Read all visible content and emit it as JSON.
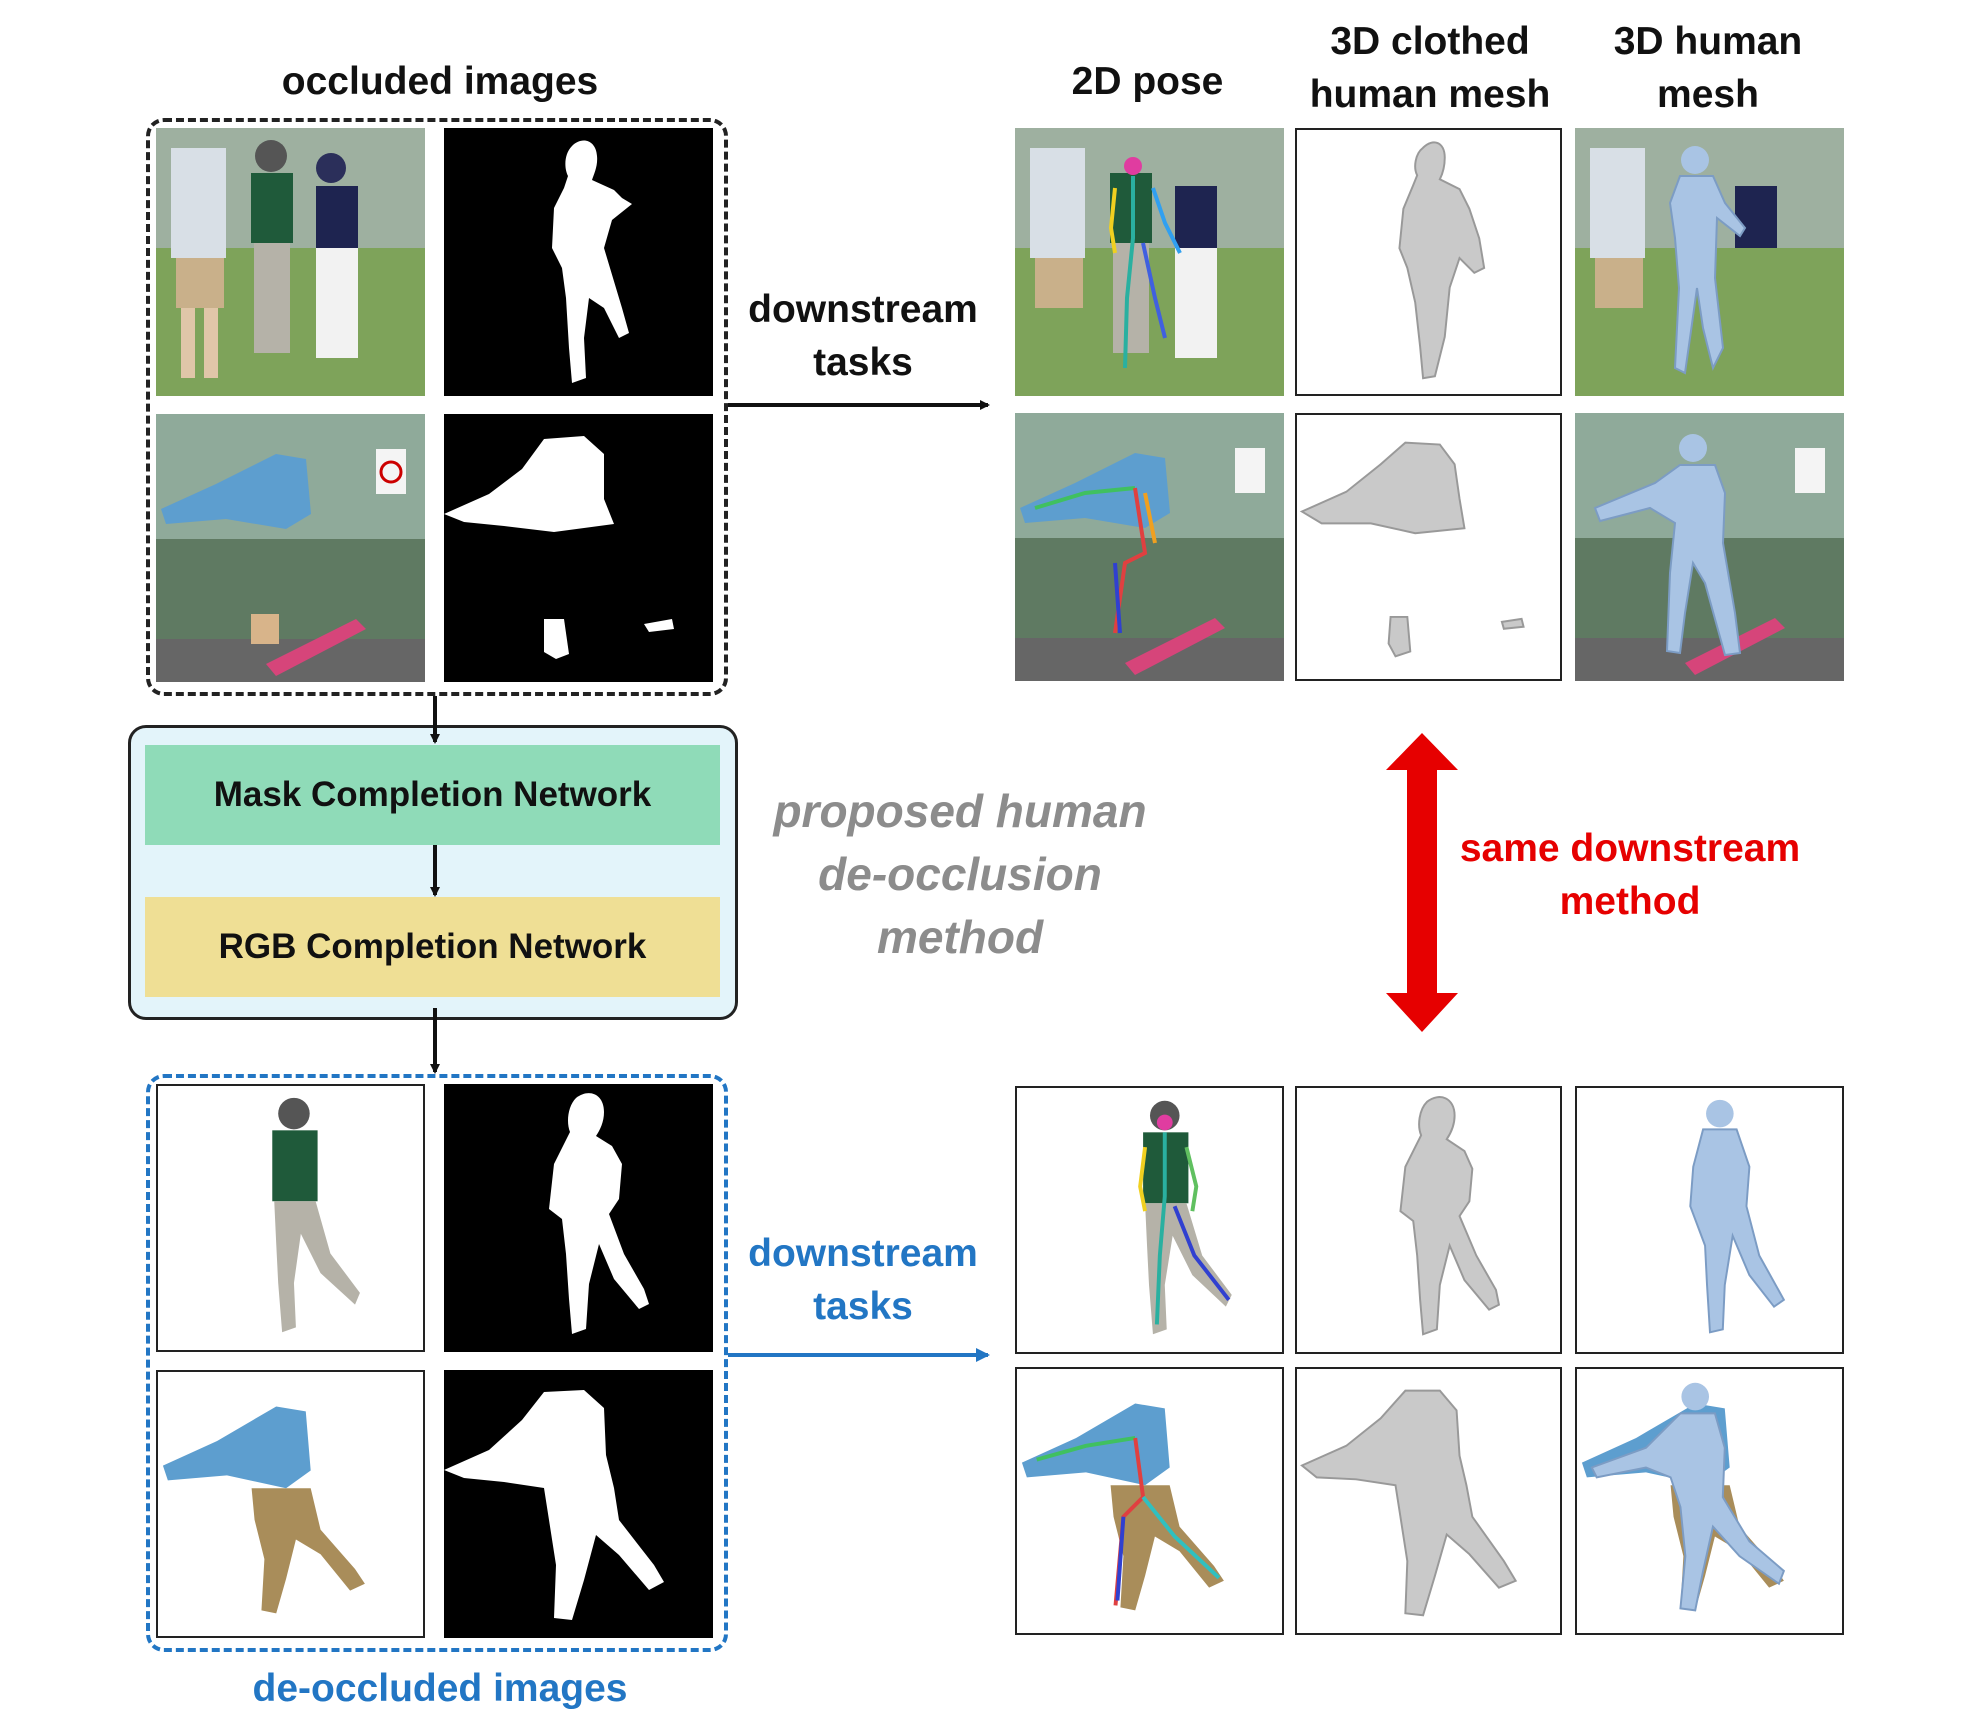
{
  "headers": {
    "occluded": "occluded images",
    "pose2d": "2D pose",
    "clothed_mesh": "3D clothed\nhuman mesh",
    "human_mesh": "3D human\nmesh",
    "deoccluded": "de-occluded images"
  },
  "networks": {
    "mask": "Mask Completion Network",
    "rgb": "RGB Completion Network"
  },
  "method_label": "proposed human\nde-occlusion\nmethod",
  "downstream_top": "downstream\ntasks",
  "downstream_bottom": "downstream\ntasks",
  "same_method": "same downstream\nmethod",
  "colors": {
    "dashed_black": "#222222",
    "dashed_blue": "#2276c4",
    "mask_net": "#8fdbb8",
    "rgb_net": "#efdf95",
    "method_box": "#e3f4fa",
    "method_text": "#8c8c8c",
    "same_text": "#e60000",
    "mesh_gray": "#c9c9c9",
    "smpl_blue": "#a9c4e4"
  }
}
